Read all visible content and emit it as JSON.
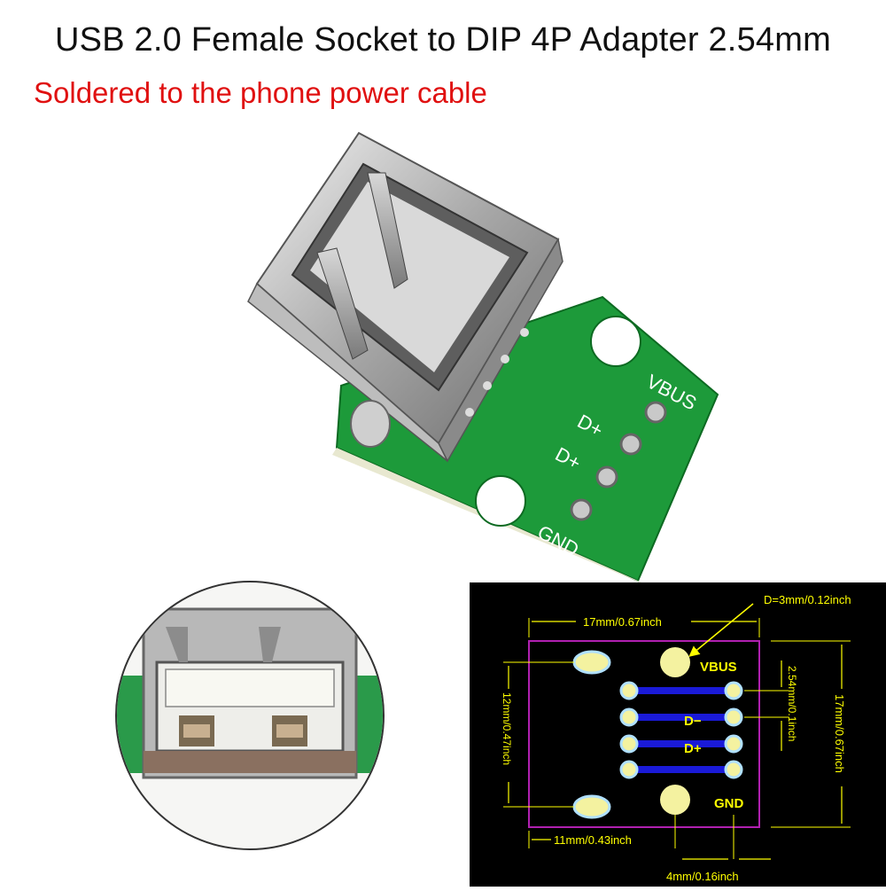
{
  "header": {
    "title": "USB 2.0 Female Socket to DIP 4P Adapter 2.54mm",
    "subtitle": "Soldered to the phone power cable"
  },
  "board_silkscreen": {
    "vbus": "VBUS",
    "d_minus_print": "D+",
    "d_plus": "D+",
    "gnd": "GND"
  },
  "schematic": {
    "hole_diameter": "D=3mm/0.12inch",
    "board_width": "17mm/0.67inch",
    "board_height": "17mm/0.67inch",
    "pin_pitch": "2.54mm/0.1inch",
    "hole_spacing": "12mm/0.47inch",
    "hole_offset": "11mm/0.43inch",
    "edge_offset": "4mm/0.16inch",
    "pin_vbus": "VBUS",
    "pin_dminus": "D−",
    "pin_dplus": "D+",
    "pin_gnd": "GND",
    "colors": {
      "background": "#000000",
      "outline": "#b020b0",
      "trace": "#1a1ad8",
      "pad": "#f4f2a0",
      "text": "#ffff00",
      "dim_line": "#ffff00"
    }
  }
}
